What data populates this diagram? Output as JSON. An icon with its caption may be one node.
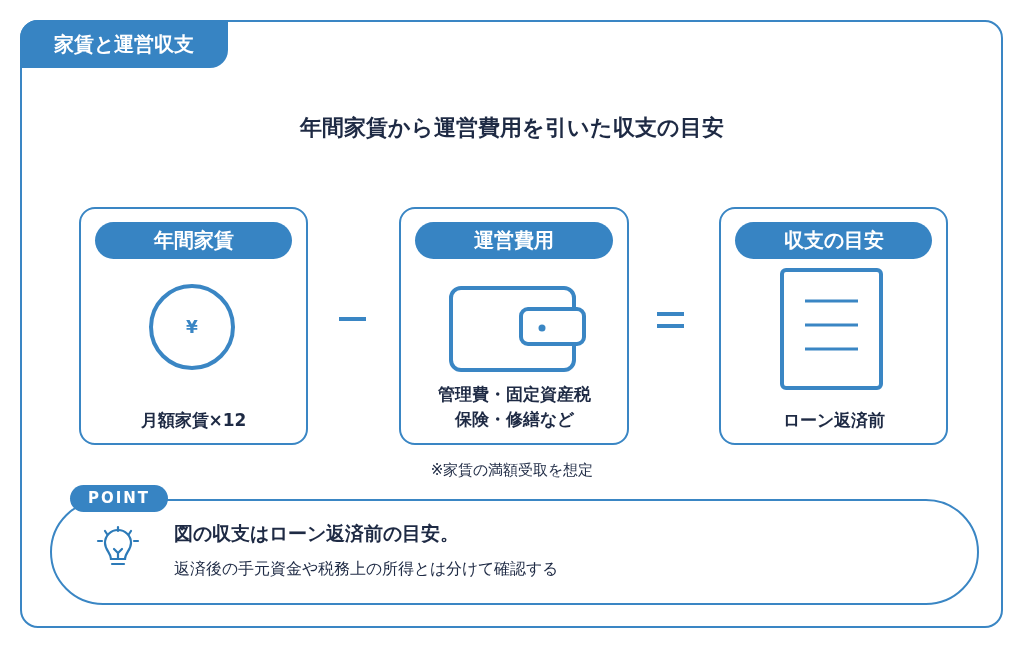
{
  "diagram": {
    "title": "年間家賃から運営費用を引いた収支の目安",
    "nodes": [
      {
        "text": [
          "家賃と運営収支"
        ]
      },
      {
        "text": [
          "年間家賃",
          "月額家賃×12"
        ],
        "in": 0
      },
      {
        "text": [
          "運営費用",
          "管理費・固定資産税保険・修繕など"
        ],
        "in": 0
      },
      {
        "text": [
          "収支の目安",
          "ローン返済前"
        ],
        "in": 0
      },
      {
        "text": [
          "POINT",
          "図の収支はローン返済前の目安。",
          "返済後の手元資金や税務上の所得とは分けて確認する"
        ],
        "in": 0
      }
    ],
    "labels": [
      "¥",
      "※家賃の満額受取を想定"
    ]
  }
}
